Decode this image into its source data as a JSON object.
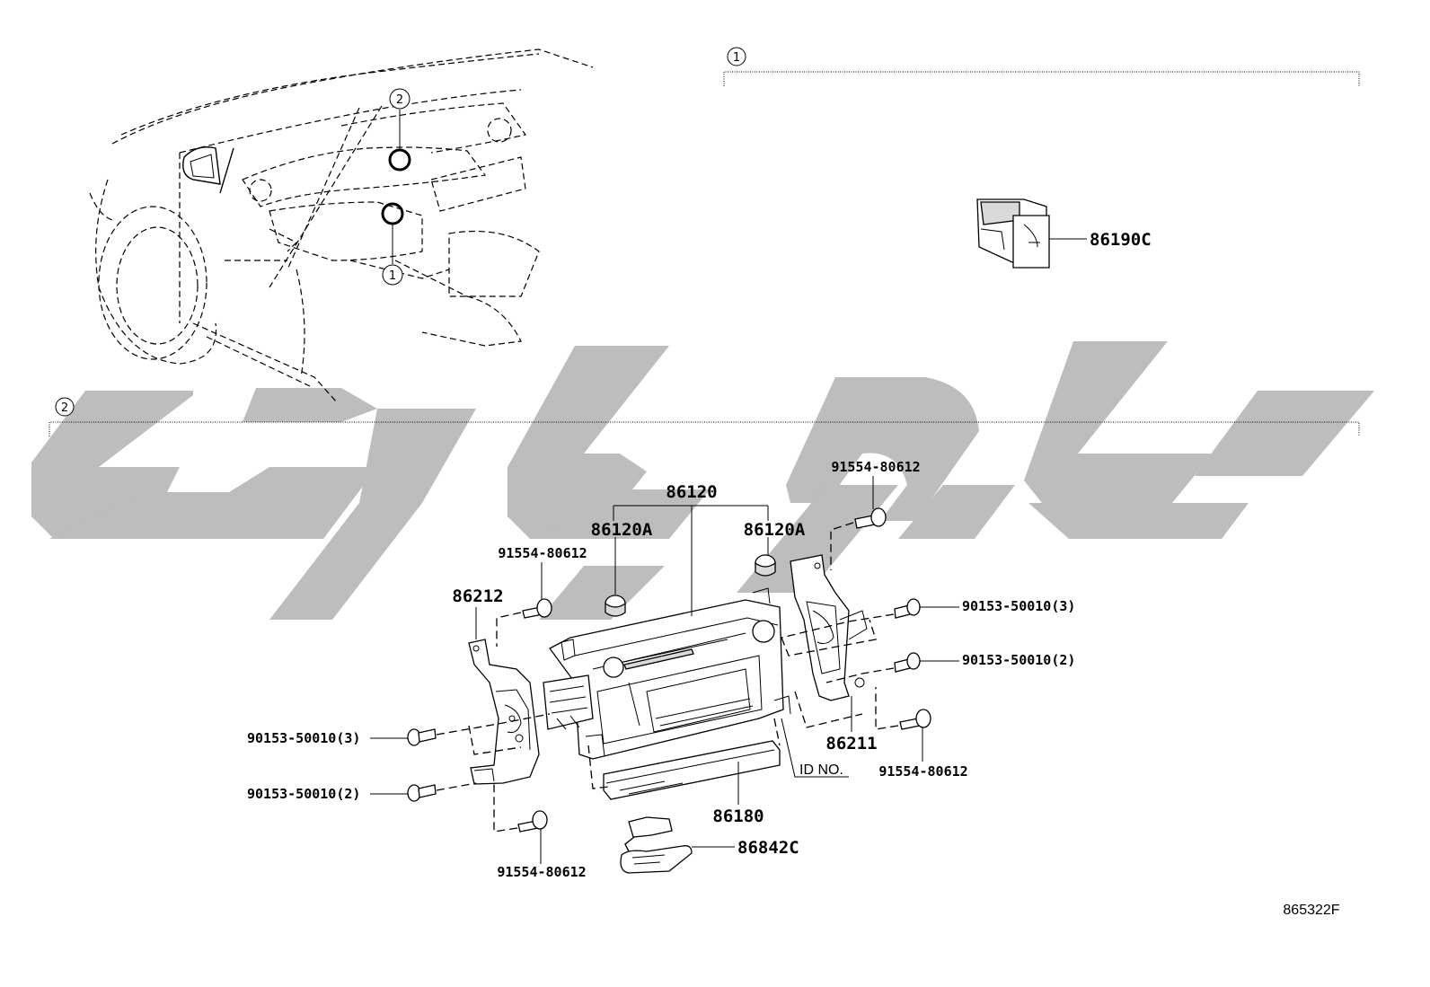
{
  "diagram_id": "865322F",
  "sections": [
    {
      "index": "1"
    },
    {
      "index": "2"
    }
  ],
  "vehicle_markers": [
    "2",
    "1"
  ],
  "parts": {
    "switch": "86190C",
    "radio_assy": "86120",
    "knob_left": "86120A",
    "knob_right": "86120A",
    "bracket_left": "86212",
    "bracket_right": "86211",
    "screw_top_left": "91554-80612",
    "screw_top_right": "91554-80612",
    "screw_bottom_left": "91554-80612",
    "screw_bottom_right": "91554-80612",
    "bolt_left_upper": "90153-50010(3)",
    "bolt_left_lower": "90153-50010(2)",
    "bolt_right_upper": "90153-50010(3)",
    "bolt_right_lower": "90153-50010(2)",
    "cd_unit": "86180",
    "wire": "86842C",
    "id_label": "ID NO."
  }
}
